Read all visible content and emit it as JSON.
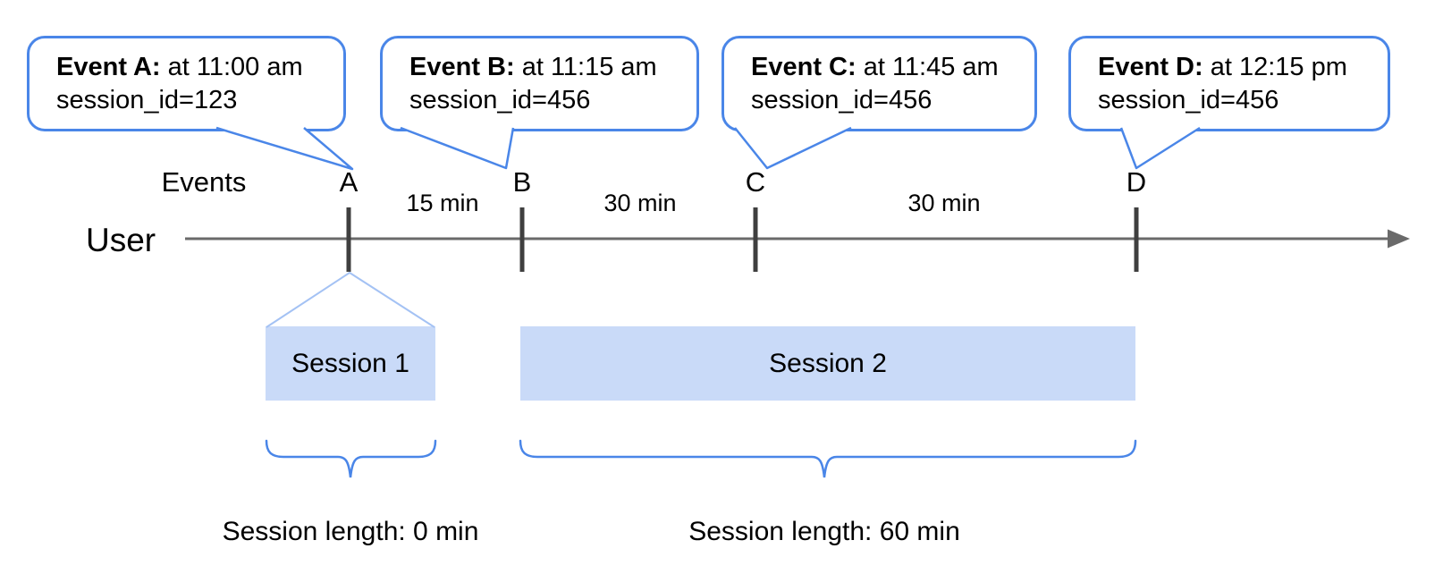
{
  "colors": {
    "accent_blue": "#4a86e8",
    "session_fill_blue": "#c9daf8",
    "funnel_line_blue": "#a4c2f4",
    "timeline_gray": "#6a6a6a",
    "tick_gray": "#3f3f3f",
    "text": "#000000"
  },
  "axis": {
    "events_label": "Events",
    "user_label": "User"
  },
  "callouts": [
    {
      "letter": "A",
      "title": "Event A:",
      "time": " at 11:00 am",
      "session_id": "session_id=123"
    },
    {
      "letter": "B",
      "title": "Event B:",
      "time": " at 11:15 am",
      "session_id": "session_id=456"
    },
    {
      "letter": "C",
      "title": "Event C:",
      "time": " at 11:45 am",
      "session_id": "session_id=456"
    },
    {
      "letter": "D",
      "title": "Event D:",
      "time": " at 12:15 pm",
      "session_id": "session_id=456"
    }
  ],
  "intervals": [
    {
      "label": "15 min"
    },
    {
      "label": "30 min"
    },
    {
      "label": "30 min"
    }
  ],
  "sessions": [
    {
      "label": "Session 1",
      "length": "Session length: 0 min"
    },
    {
      "label": "Session 2",
      "length": "Session length: 60 min"
    }
  ]
}
